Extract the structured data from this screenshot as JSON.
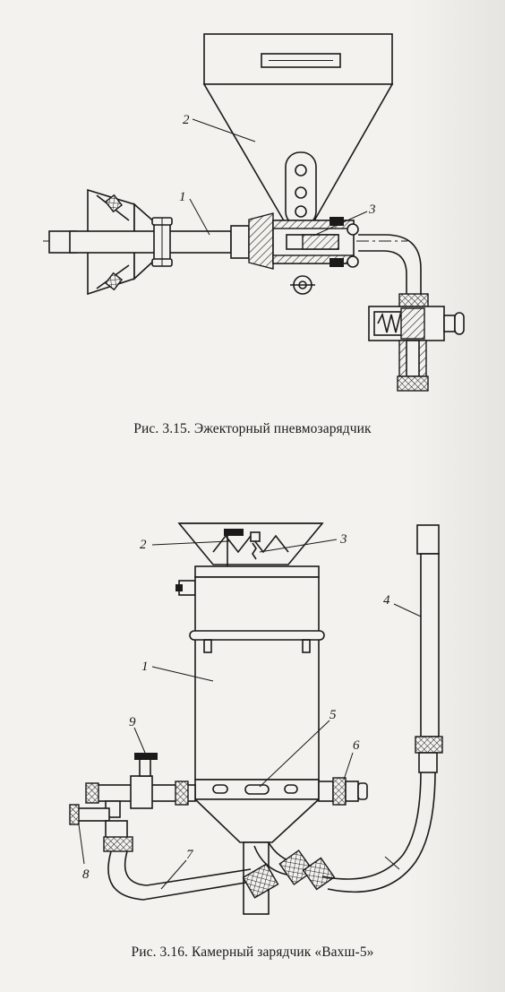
{
  "figures": [
    {
      "caption": "Рис. 3.15. Эжекторный пневмозарядчик",
      "labels": [
        "1",
        "2",
        "3"
      ]
    },
    {
      "caption": "Рис. 3.16. Камерный зарядчик «Вахш-5»",
      "labels": [
        "1",
        "2",
        "3",
        "4",
        "5",
        "6",
        "7",
        "8",
        "9"
      ]
    }
  ]
}
